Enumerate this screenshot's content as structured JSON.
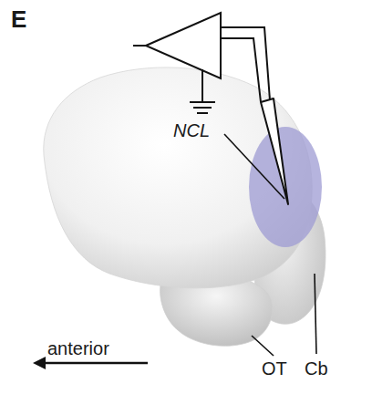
{
  "diagram": {
    "labels": [
      "E",
      "NCL",
      "OT",
      "Cb",
      "anterior"
    ]
  }
}
